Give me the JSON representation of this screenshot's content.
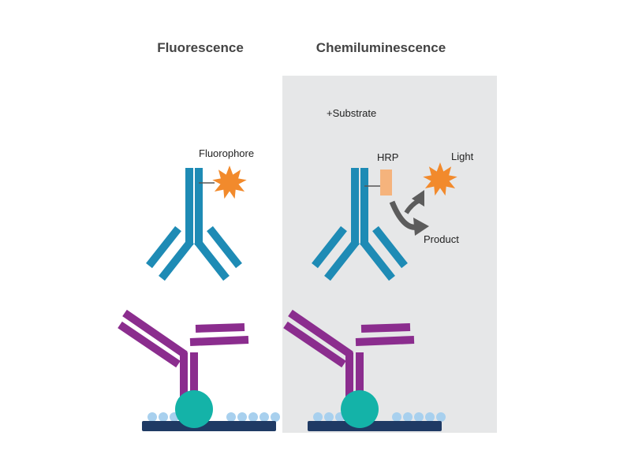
{
  "panels": {
    "fluorescence": {
      "title": "Fluorescence",
      "fluorophore_label": "Fluorophore"
    },
    "chemiluminescence": {
      "title": "Chemiluminescence",
      "substrate_label": "+Substrate",
      "hrp_label": "HRP",
      "light_label": "Light",
      "product_label": "Product"
    }
  },
  "colors": {
    "secondary_antibody": "#1e8bb5",
    "primary_antibody": "#8b2d8e",
    "antigen": "#14b3a8",
    "membrane_bar": "#1f3a64",
    "membrane_beads": "#a8d0ee",
    "starburst": "#f28a2c",
    "hrp_tag": "#f5b37c",
    "arrow": "#5c5c5c",
    "panel_background": "#e6e7e8",
    "heading_text": "#444444",
    "label_text": "#222222"
  },
  "icons": {
    "fluorophore": "starburst-icon",
    "light": "starburst-icon",
    "reaction": "curved-double-arrow-icon"
  }
}
